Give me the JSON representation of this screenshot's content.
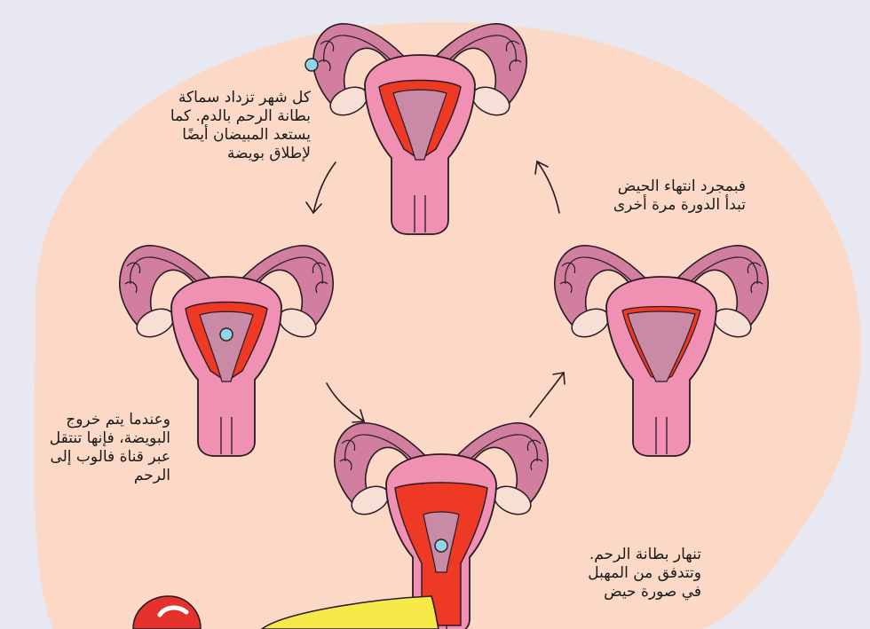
{
  "captions": {
    "thickening": "كل شهر تزداد سماكة\nبطانة الرحم بالدم. كما\nيستعد المبيضان أيضًا\nلإطلاق بويضة",
    "restart": "فبمجرد انتهاء الحيض\nتبدأ الدورة مرة أخرى",
    "ovulation": "وعندما يتم خروج\nالبويضة، فإنها تنتقل\nعبر قناة فالوب إلى\nالرحم",
    "menstruation": "تنهار بطانة الرحم.\nوتتدفق من المهبل\nفي صورة حيض"
  },
  "colors": {
    "background": "#e8e8f2",
    "blob": "#fcd9c6",
    "tube": "#d27f9f",
    "uterus": "#f090b2",
    "outline": "#2a1a22",
    "lining": "#ee3a24",
    "cavity": "#c98aa6",
    "ovary": "#f8dfd6",
    "egg": "#8fd6e4",
    "pad": "#f7ea48",
    "bubble": "#e5322d"
  }
}
